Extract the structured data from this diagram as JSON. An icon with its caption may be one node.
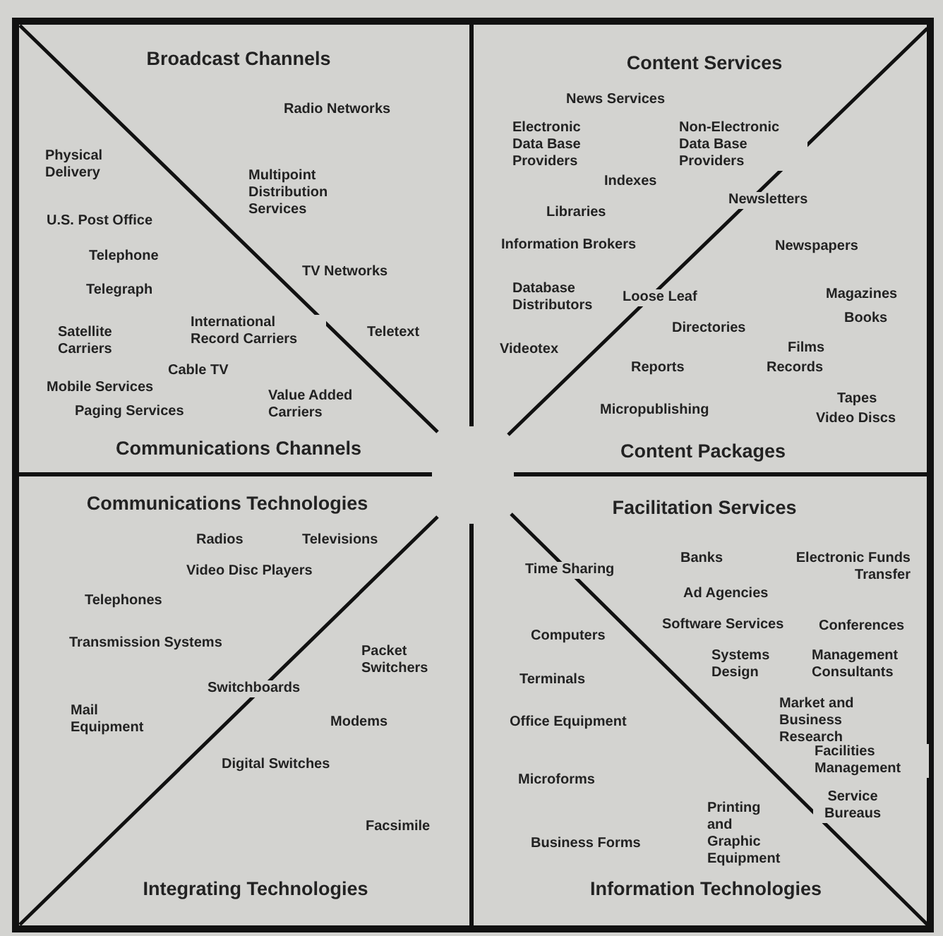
{
  "diagram": {
    "labels": [
      "Broadcast Channels",
      "Radio Networks",
      "Physical Delivery",
      "Multipoint Distribution Services",
      "U.S. Post Office",
      "Telephone",
      "TV Networks",
      "Telegraph",
      "Satellite Carriers",
      "International Record Carriers",
      "Teletext",
      "Cable TV",
      "Mobile Services",
      "Value Added Carriers",
      "Paging Services",
      "Communications Channels",
      "Content Services",
      "News Services",
      "Electronic Data Base Providers",
      "Non-Electronic Data Base Providers",
      "Indexes",
      "Newsletters",
      "Libraries",
      "Information Brokers",
      "Newspapers",
      "Database Distributors",
      "Loose Leaf",
      "Magazines",
      "Books",
      "Directories",
      "Videotex",
      "Films",
      "Reports",
      "Records",
      "Tapes",
      "Micropublishing",
      "Video Discs",
      "Content Packages",
      "Communications Technologies",
      "Radios",
      "Televisions",
      "Video Disc Players",
      "Telephones",
      "Transmission Systems",
      "Packet Switchers",
      "Switchboards",
      "Mail Equipment",
      "Modems",
      "Digital Switches",
      "Facsimile",
      "Integrating Technologies",
      "Facilitation Services",
      "Banks",
      "Electronic Funds Transfer",
      "Time Sharing",
      "Ad Agencies",
      "Software Services",
      "Conferences",
      "Computers",
      "Systems Design",
      "Management Consultants",
      "Terminals",
      "Market and Business Research",
      "Office Equipment",
      "Facilities Management",
      "Microforms",
      "Service Bureaus",
      "Printing and Graphic Equipment",
      "Business Forms",
      "Information Technologies"
    ]
  }
}
